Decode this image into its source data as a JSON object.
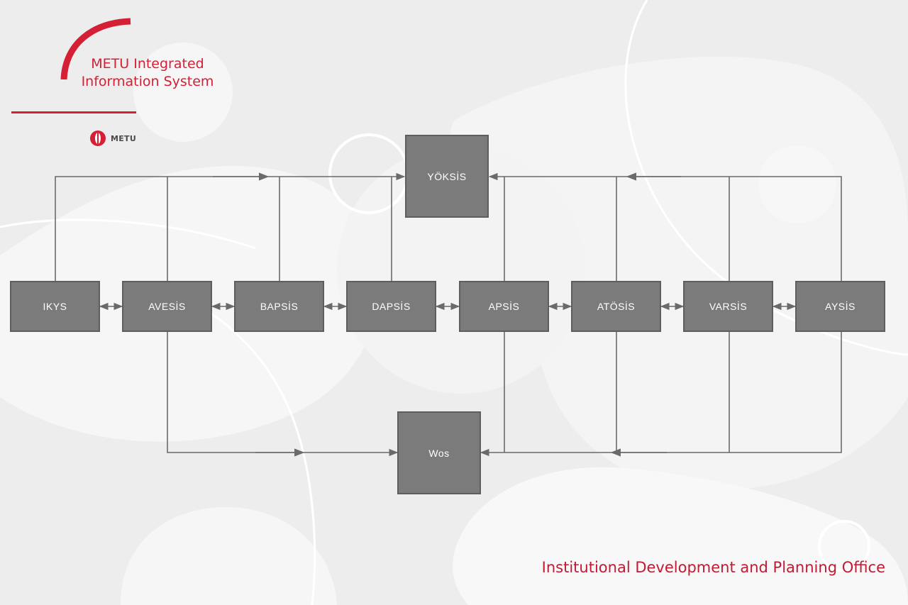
{
  "header": {
    "title_line1": "METU Integrated",
    "title_line2": "Information System",
    "logo_text": "METU"
  },
  "nodes": {
    "yoksis": "YÖKSİS",
    "ikys": "IKYS",
    "avesis": "AVESİS",
    "bapsis": "BAPSİS",
    "dapsis": "DAPSİS",
    "apsis": "APSİS",
    "atosis": "ATÖSİS",
    "varsis": "VARSİS",
    "aysis": "AYSİS",
    "wos": "Wos"
  },
  "footer": {
    "office": "Institutional Development and Planning Office"
  },
  "colors": {
    "brand_red": "#d51f35",
    "node_fill": "#7b7b7b",
    "node_border": "#5e5e5e",
    "connector": "#6a6a6a",
    "background": "#ededee"
  }
}
